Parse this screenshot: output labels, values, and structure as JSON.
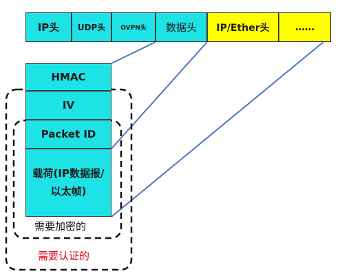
{
  "header_fields": [
    {
      "label": "IP头"
    },
    {
      "label": "UDP头"
    },
    {
      "label": "OVPN头"
    },
    {
      "label": "数据头"
    },
    {
      "label": "IP/Ether头"
    },
    {
      "label": "……"
    }
  ],
  "stack_fields": [
    {
      "label": "HMAC"
    },
    {
      "label": "IV"
    },
    {
      "label": "Packet ID"
    },
    {
      "label": "载荷(IP数据报/以太帧)"
    }
  ],
  "regions": {
    "encrypted_label": "需要加密的",
    "authenticated_label": "需要认证的"
  },
  "colors": {
    "cyan": "#1ee3e6",
    "yellow": "#ffff00",
    "connector": "#4a78b8",
    "auth_label": "#e8001c"
  }
}
